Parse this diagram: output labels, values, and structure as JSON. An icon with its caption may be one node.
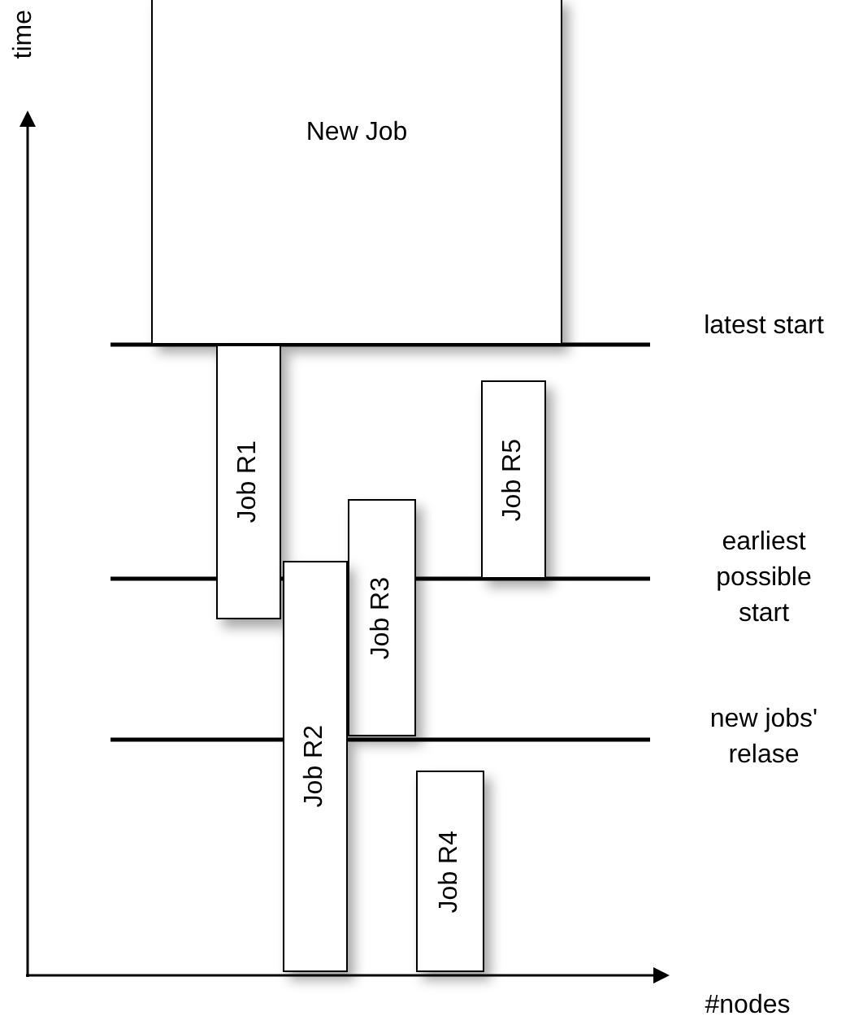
{
  "diagram": {
    "nodes": [
      {
        "text": [
          "New Job"
        ]
      },
      {
        "text": [
          "Job R1"
        ]
      },
      {
        "text": [
          "Job R2"
        ]
      },
      {
        "text": [
          "Job R3"
        ]
      },
      {
        "text": [
          "Job R4"
        ]
      },
      {
        "text": [
          "Job R5"
        ]
      }
    ],
    "labels": [
      "time",
      "#nodes",
      "latest start",
      "earliest possible start",
      "new jobs' relase"
    ]
  }
}
